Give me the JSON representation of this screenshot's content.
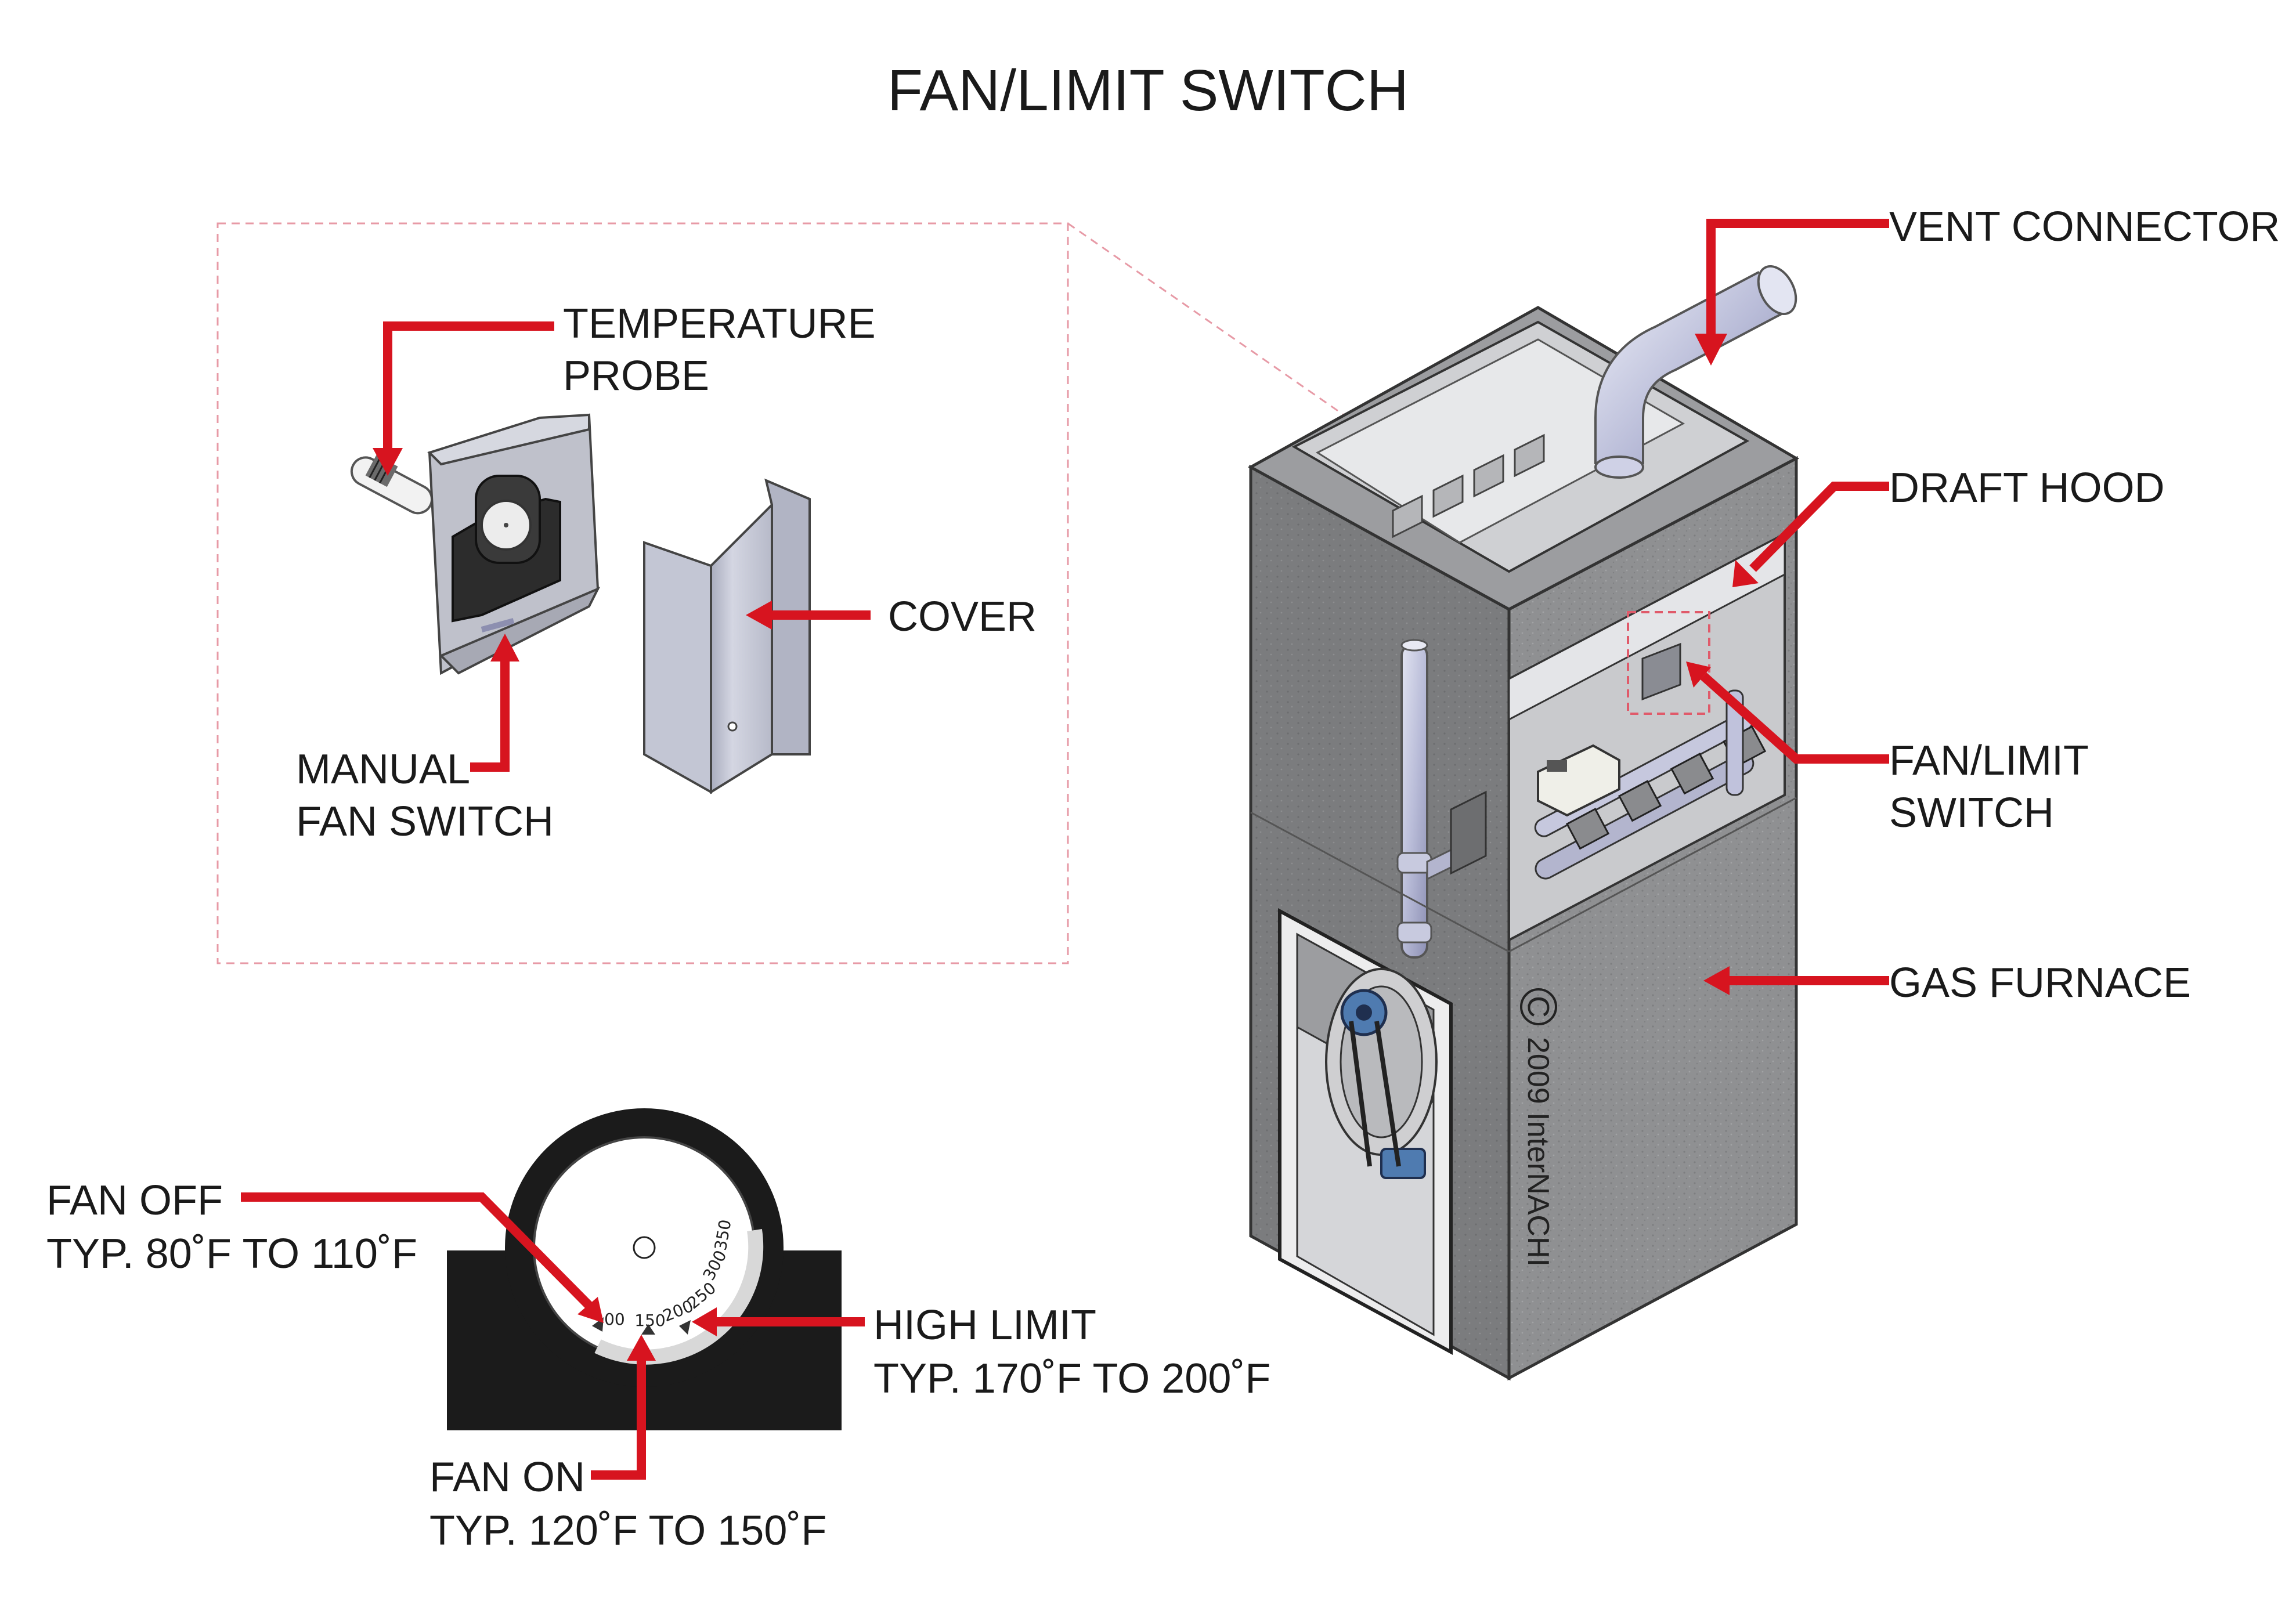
{
  "title": "FAN/LIMIT SWITCH",
  "labels": {
    "vent_connector": "VENT CONNECTOR",
    "draft_hood": "DRAFT HOOD",
    "fan_limit_switch": [
      "FAN/LIMIT",
      "SWITCH"
    ],
    "gas_furnace": "GAS FURNACE",
    "temperature_probe": [
      "TEMPERATURE",
      "PROBE"
    ],
    "cover": "COVER",
    "manual_fan_switch": [
      "MANUAL",
      "FAN SWITCH"
    ],
    "fan_off": [
      "FAN OFF",
      "TYP. 80˚F TO 110˚F"
    ],
    "high_limit": [
      "HIGH LIMIT",
      "TYP. 170˚F TO 200˚F"
    ],
    "fan_on": [
      "FAN ON",
      "TYP. 120˚F TO 150˚F"
    ]
  },
  "dial_ticks": [
    "100",
    "150",
    "200",
    "250",
    "300",
    "350"
  ],
  "copyright": "2009 InterNACHI",
  "copyright_symbol": "C",
  "colors": {
    "callout_red": "#d7141f",
    "furnace_gray": "#8e8f91",
    "dial_black": "#1b1b1b"
  }
}
